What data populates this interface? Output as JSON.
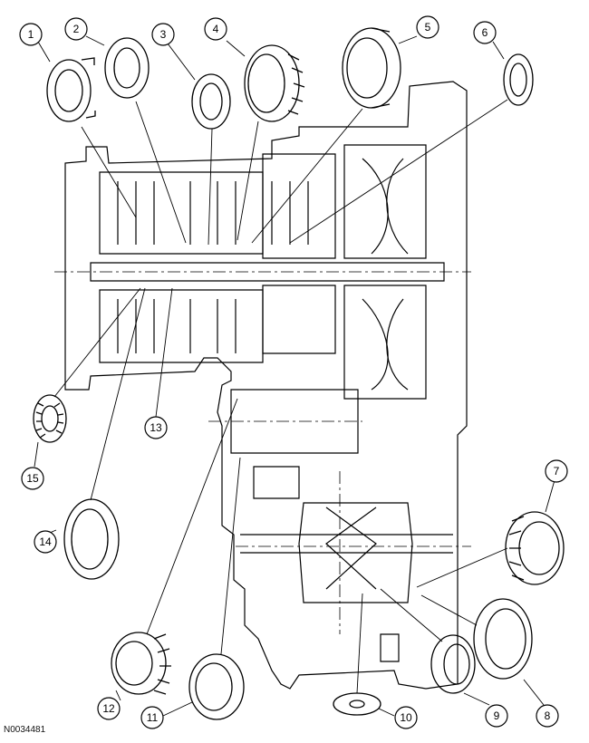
{
  "figure": {
    "id": "N0034481"
  },
  "callouts": [
    {
      "number": "1"
    },
    {
      "number": "2"
    },
    {
      "number": "3"
    },
    {
      "number": "4"
    },
    {
      "number": "5"
    },
    {
      "number": "6"
    },
    {
      "number": "7"
    },
    {
      "number": "8"
    },
    {
      "number": "9"
    },
    {
      "number": "10"
    },
    {
      "number": "11"
    },
    {
      "number": "12"
    },
    {
      "number": "13"
    },
    {
      "number": "14"
    },
    {
      "number": "15"
    }
  ],
  "colors": {
    "line": "#000000",
    "background": "#ffffff"
  }
}
